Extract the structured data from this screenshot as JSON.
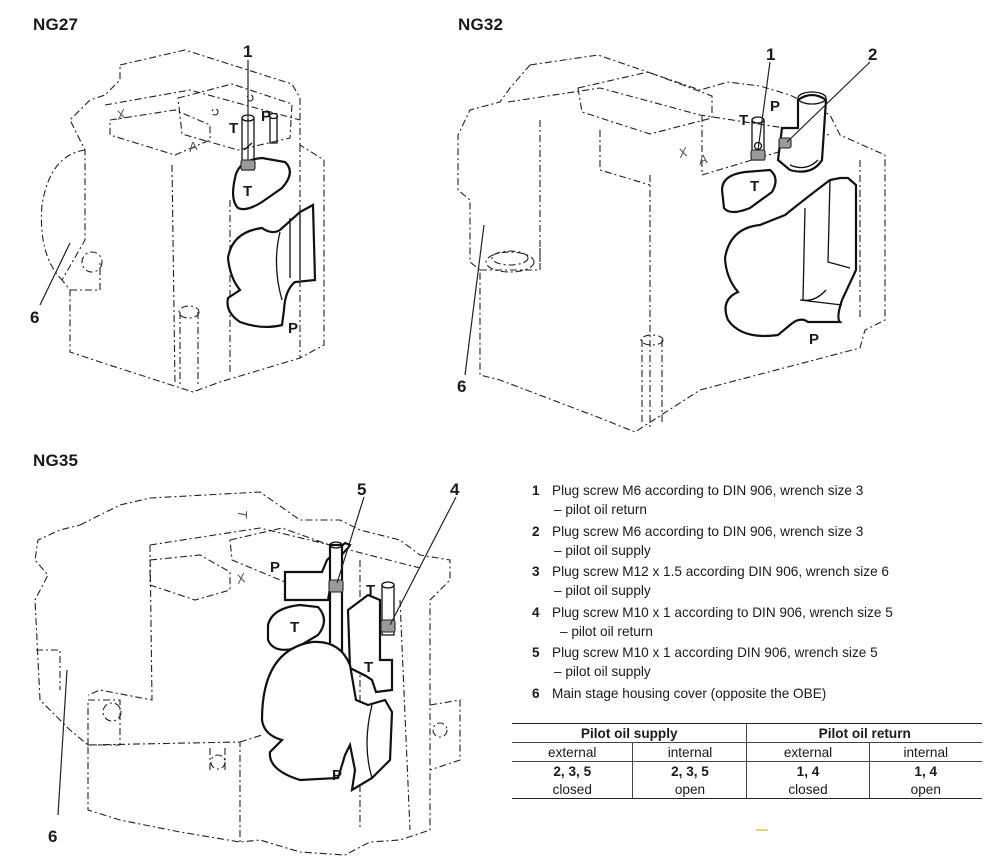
{
  "figures": [
    {
      "id": "ng27",
      "title": "NG27"
    },
    {
      "id": "ng32",
      "title": "NG32"
    },
    {
      "id": "ng35",
      "title": "NG35"
    }
  ],
  "callouts": {
    "ng27": [
      "1",
      "6"
    ],
    "ng32": [
      "1",
      "2",
      "6"
    ],
    "ng35": [
      "5",
      "4",
      "6"
    ]
  },
  "port_labels": {
    "T": "T",
    "P": "P",
    "A": "A",
    "X": "X"
  },
  "legend": [
    {
      "num": "1",
      "text": "Plug screw M6 according to DIN 906, wrench size 3",
      "sub": "– pilot oil return"
    },
    {
      "num": "2",
      "text": "Plug screw M6 according to DIN 906, wrench size 3",
      "sub": "– pilot oil supply"
    },
    {
      "num": "3",
      "text": "Plug screw M12 x 1.5 according DIN 906, wrench size 6",
      "sub": "– pilot oil supply"
    },
    {
      "num": "4",
      "text": "Plug screw M10 x 1 according to DIN 906, wrench size 5",
      "sub": "– pilot oil return"
    },
    {
      "num": "5",
      "text": "Plug screw M10 x 1 according DIN 906, wrench size 5",
      "sub": "– pilot oil supply"
    },
    {
      "num": "6",
      "text": "Main stage housing cover (opposite the OBE)"
    }
  ],
  "table": {
    "groups": [
      "Pilot oil supply",
      "Pilot oil return"
    ],
    "subheaders": [
      "external",
      "internal",
      "external",
      "internal"
    ],
    "values": [
      "2, 3, 5",
      "2, 3, 5",
      "1, 4",
      "1, 4"
    ],
    "states": [
      "closed",
      "open",
      "closed",
      "open"
    ]
  },
  "colors": {
    "line": "#111111",
    "screw_fill": "#9a9a9a",
    "accent_dash": "#e6d27a"
  }
}
